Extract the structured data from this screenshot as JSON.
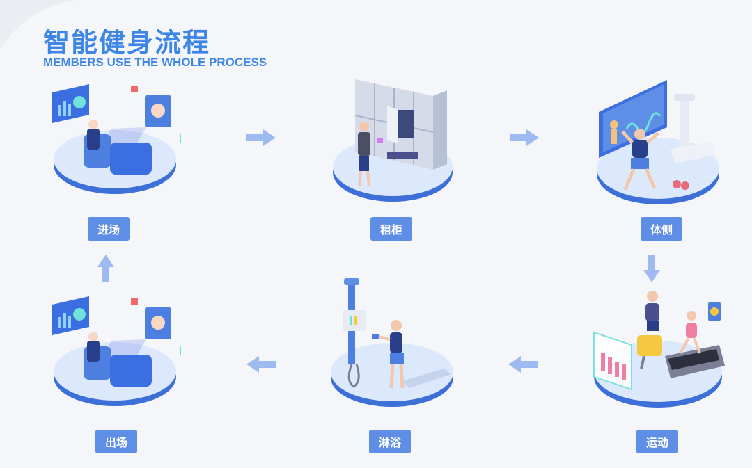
{
  "header": {
    "title": "智能健身流程",
    "subtitle": "MEMBERS USE THE WHOLE PROCESS"
  },
  "steps": [
    {
      "id": "entry",
      "label": "进场",
      "icon": "entry-gate-illustration"
    },
    {
      "id": "locker",
      "label": "租柜",
      "icon": "locker-illustration"
    },
    {
      "id": "body-test",
      "label": "体侧",
      "icon": "body-test-illustration"
    },
    {
      "id": "exercise",
      "label": "运动",
      "icon": "exercise-illustration"
    },
    {
      "id": "shower",
      "label": "淋浴",
      "icon": "shower-illustration"
    },
    {
      "id": "exit",
      "label": "出场",
      "icon": "exit-gate-illustration"
    }
  ],
  "colors": {
    "accent": "#3d86e8",
    "label_bg": "#5e8ee6",
    "arrow": "#9dbbf0",
    "platform": "#d7e6fb",
    "platform_edge": "#4d7fe0"
  }
}
